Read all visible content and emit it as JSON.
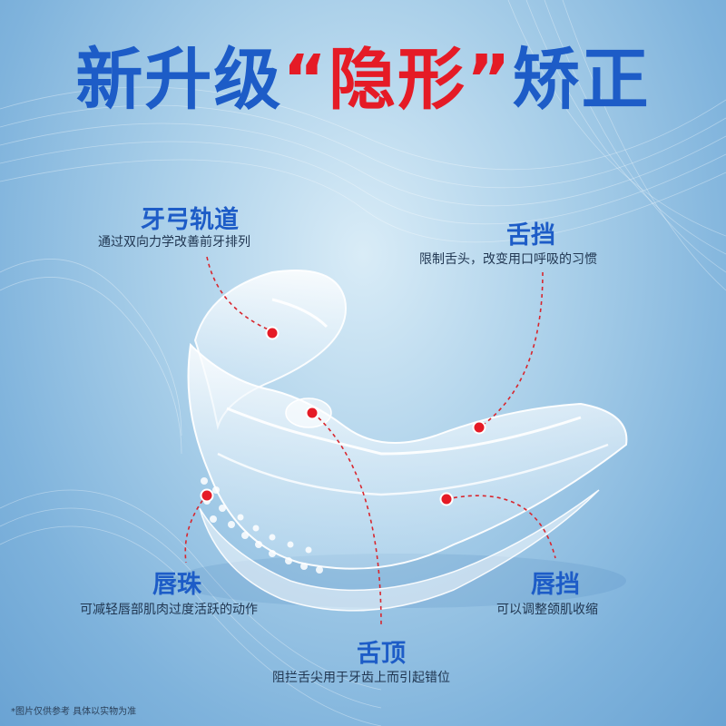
{
  "title": {
    "part1": "新升级",
    "highlight": "“隐形”",
    "part2": "矫正"
  },
  "callouts": {
    "arch_track": {
      "name": "牙弓轨道",
      "desc": "通过双向力学改善前牙排列"
    },
    "tongue_guard": {
      "name": "舌挡",
      "desc": "限制舌头，改变用口呼吸的习惯"
    },
    "lip_beads": {
      "name": "唇珠",
      "desc": "可减轻唇部肌肉过度活跃的动作"
    },
    "lip_guard": {
      "name": "唇挡",
      "desc": "可以调整颌肌收缩"
    },
    "tongue_tip": {
      "name": "舌顶",
      "desc": "阻拦舌尖用于牙齿上而引起错位"
    }
  },
  "disclaimer": "*图片仅供参考 具体以实物为准",
  "colors": {
    "title_blue": "#1d5cc7",
    "accent_red": "#e51b26",
    "dash_red": "#d8262e"
  }
}
